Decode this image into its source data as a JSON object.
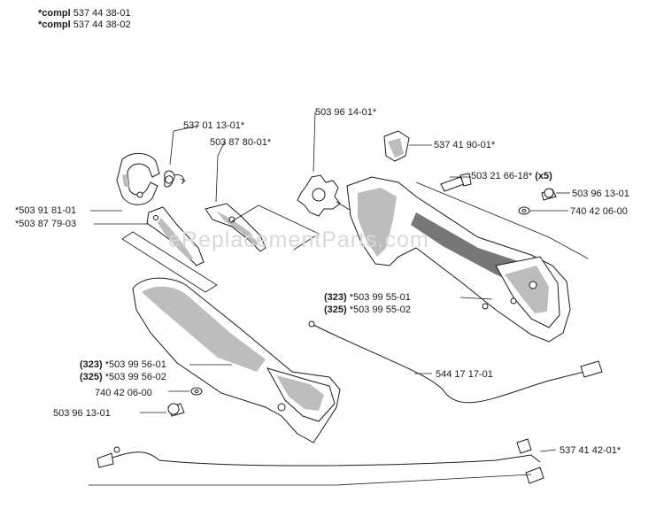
{
  "header": {
    "lines": [
      {
        "prefix": "*compl",
        "number": "537 44 38-01"
      },
      {
        "prefix": "*compl",
        "number": "537 44 38-02"
      }
    ]
  },
  "watermark": "eReplacementParts.com",
  "labels": {
    "clamp_clip": "537 01 13-01*",
    "lever": "503 87 80-01*",
    "spring": "503 96 14-01*",
    "button": "537 41 90-01*",
    "screw_x5_num": "503 21 66-18*",
    "screw_x5_qty": "(x5)",
    "screw_top": "503 96 13-01",
    "washer_top": "740 42 06-00",
    "bracket": "*503 91 81-01",
    "trigger": "*503 87 79-03",
    "handle_323_key": "(323)",
    "handle_323": "*503 99 55-01",
    "handle_325_key": "(325)",
    "handle_325": "*503 99 55-02",
    "cable": "544 17 17-01",
    "cover_323_key": "(323)",
    "cover_323": "*503 99 56-01",
    "cover_325_key": "(325)",
    "cover_325": "*503 99 56-02",
    "washer_bottom": "740 42 06-00",
    "screw_bottom": "503 96 13-01",
    "wire": "537 41 42-01*"
  },
  "colors": {
    "line": "#1a1a1a",
    "shade": "#bdbdbd",
    "watermark": "#d8d8d8"
  }
}
